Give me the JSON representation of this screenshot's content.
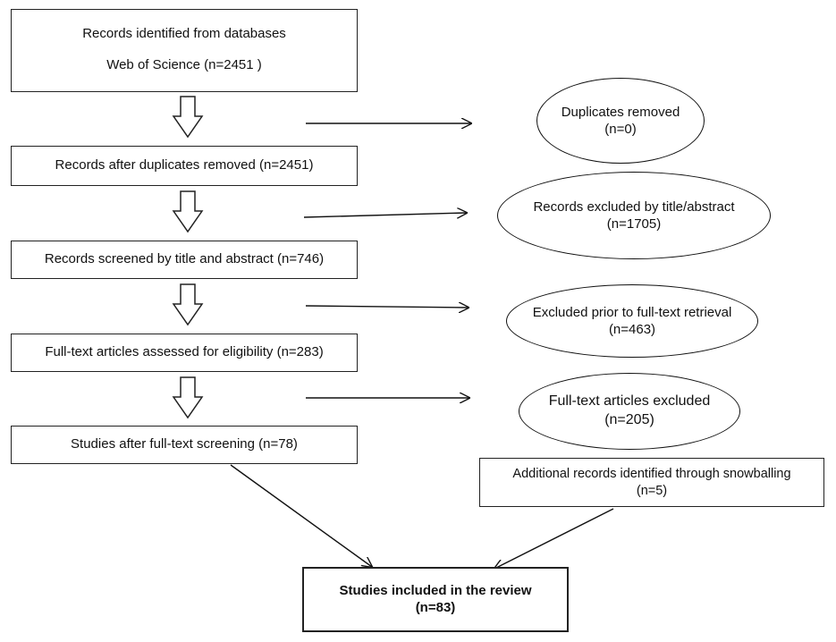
{
  "nodes": {
    "identified": {
      "line1": "Records identified from databases",
      "line2": "Web of Science (n=2451 )"
    },
    "after_duplicates": {
      "text": "Records after duplicates removed (n=2451)"
    },
    "screened": {
      "text": "Records screened by title and abstract (n=746)"
    },
    "assessed": {
      "text": "Full-text articles assessed for eligibility (n=283)"
    },
    "after_fulltext": {
      "text": "Studies after full-text screening (n=78)"
    },
    "snowballing": {
      "line1": "Additional records identified through snowballing",
      "line2": "(n=5)"
    },
    "included": {
      "line1": "Studies included in the review",
      "line2": "(n=83)"
    },
    "duplicates_removed": {
      "line1": "Duplicates removed",
      "line2": "(n=0)"
    },
    "excluded_title_abstract": {
      "line1": "Records excluded by title/abstract",
      "line2": "(n=1705)"
    },
    "excluded_prior_retrieval": {
      "line1": "Excluded prior to full-text retrieval",
      "line2": "(n=463)"
    },
    "fulltext_excluded": {
      "line1": "Full-text articles excluded",
      "line2": "(n=205)"
    }
  }
}
